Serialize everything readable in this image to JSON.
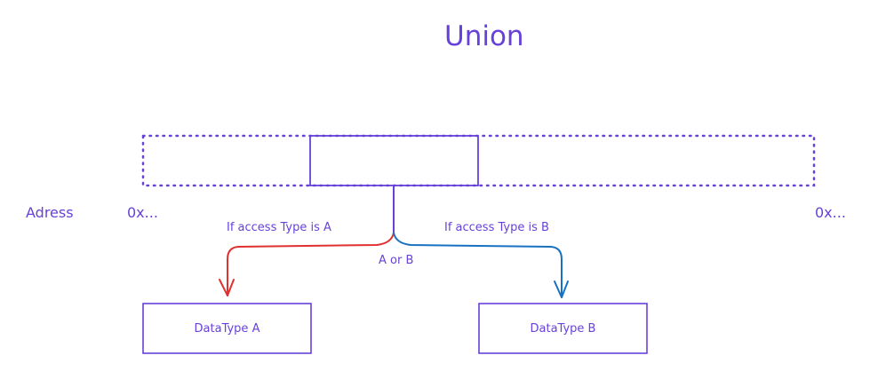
{
  "title": "Union",
  "address": {
    "label": "Adress",
    "start": "0x...",
    "end": "0x..."
  },
  "branches": {
    "a_condition": "If access Type is A",
    "b_condition": "If access Type is B",
    "junction": "A or B"
  },
  "boxes": {
    "a": "DataType A",
    "b": "DataType B"
  },
  "colors": {
    "primary": "#6741d9",
    "branch_a": "#e03131",
    "branch_b": "#1971c2"
  }
}
